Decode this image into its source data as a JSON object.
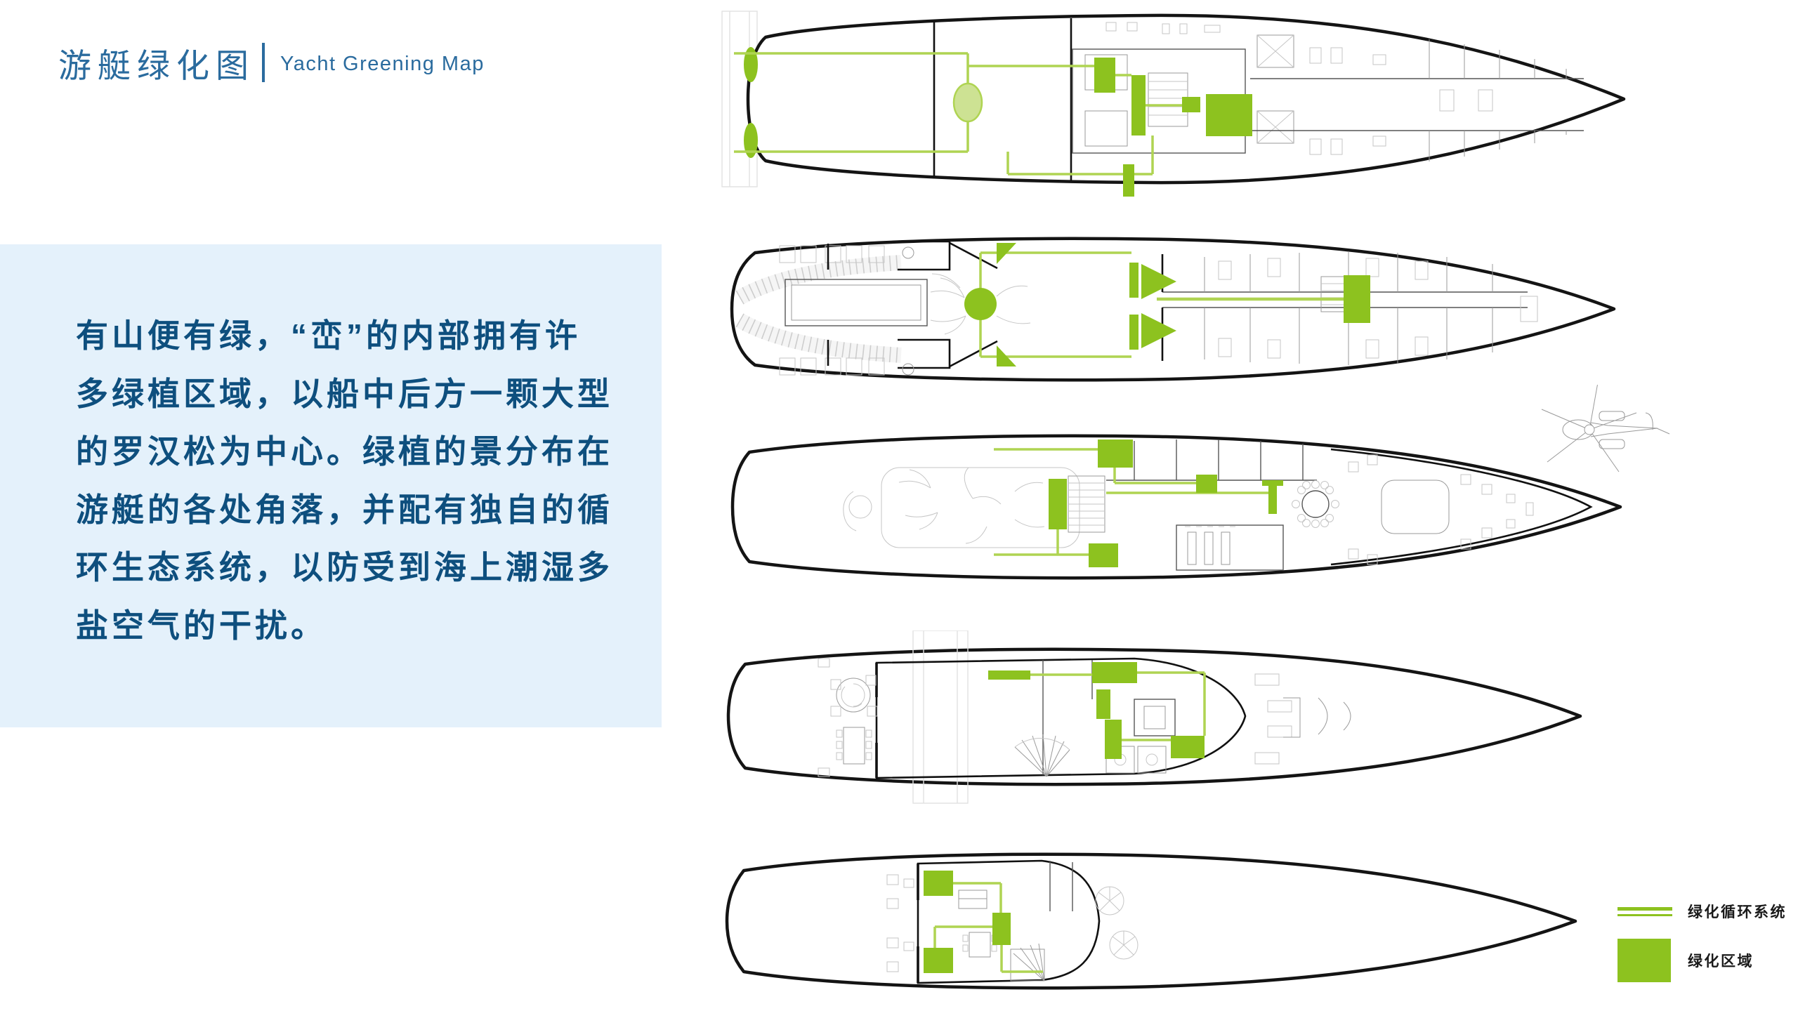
{
  "header": {
    "title_zh": "游艇绿化图",
    "title_en": "Yacht Greening Map"
  },
  "description": {
    "lines": [
      "有山便有绿，“峦”的内部拥有许",
      "多绿植区域，以船中后方一颗大型",
      "的罗汉松为中心。绿植的景分布在",
      "游艇的各处角落，并配有独自的循",
      "环生态系统，以防受到海上潮湿多",
      "盐空气的干扰。"
    ]
  },
  "legend": {
    "items": [
      {
        "symbol": "circulation-line",
        "label": "绿化循环系统"
      },
      {
        "symbol": "green-area",
        "label": "绿化区域"
      }
    ]
  },
  "diagram": {
    "deck_count": 5,
    "has_helicopter": true
  },
  "colors": {
    "title_blue": "#2A6B9E",
    "paragraph_blue": "#0E4F7E",
    "panel_bg": "#E4F1FB",
    "green_area": "#8DC21F",
    "green_line": "#AFD452",
    "green_light": "#CDE293",
    "hull_black": "#141414",
    "legend_text": "#1A1A1A"
  }
}
